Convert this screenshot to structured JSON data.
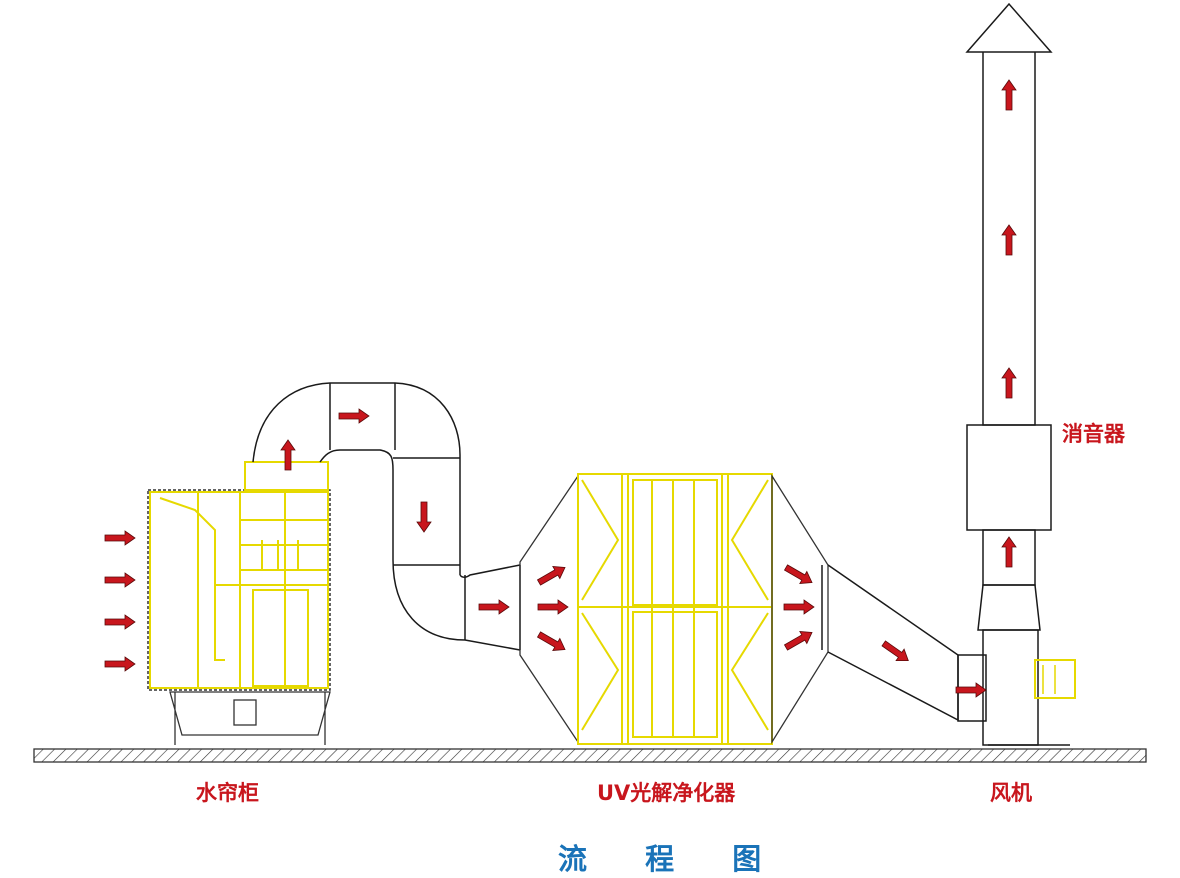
{
  "labels": {
    "water_curtain": "水帘柜",
    "uv_purifier": "UV光解净化器",
    "fan": "风机",
    "silencer": "消音器"
  },
  "title": "流 程 图",
  "colors": {
    "outline": "#1a1a1a",
    "equipment": "#e6d900",
    "arrow": "#c8161d",
    "label": "#c8161d",
    "title": "#1a73b8"
  }
}
